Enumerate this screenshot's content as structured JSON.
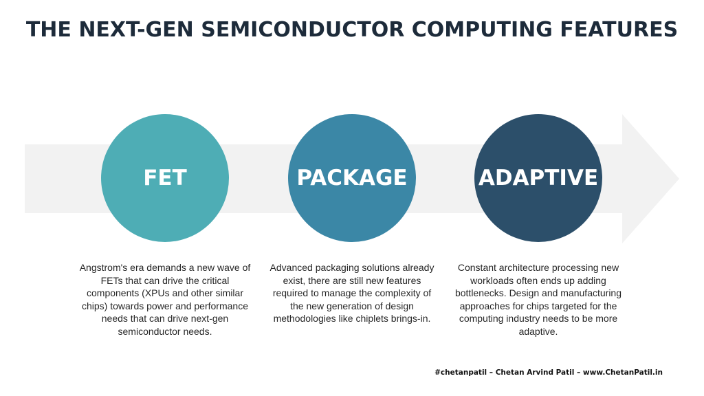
{
  "title": "THE NEXT-GEN SEMICONDUCTOR COMPUTING FEATURES",
  "colors": {
    "arrow": "#f2f2f2",
    "circle_1": "#4eadb5",
    "circle_2": "#3b87a6",
    "circle_3": "#2c4f6a",
    "title": "#1d2b3a"
  },
  "features": [
    {
      "label": "FET",
      "description": "Angstrom's era demands a new wave of FETs that can drive the critical components (XPUs and other similar chips) towards power and performance needs that can drive next-gen semiconductor needs."
    },
    {
      "label": "PACKAGE",
      "description": "Advanced packaging solutions already exist, there are still new features required to manage the complexity of the new generation of design methodologies like chiplets brings-in."
    },
    {
      "label": "ADAPTIVE",
      "description": "Constant architecture processing new workloads often ends up adding bottlenecks. Design and manufacturing approaches for chips targeted for the computing industry needs to be more adaptive."
    }
  ],
  "footer": "#chetanpatil – Chetan Arvind Patil – www.ChetanPatil.in"
}
